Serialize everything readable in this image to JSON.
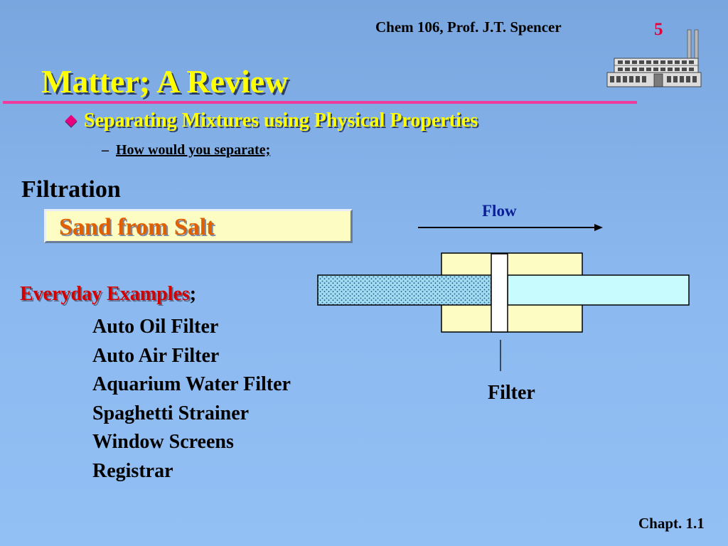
{
  "header": {
    "course": "Chem 106, Prof. J.T. Spencer",
    "slide_number": "5"
  },
  "title": "Matter; A Review",
  "bullet": "Separating Mixtures using Physical Properties",
  "sub_bullet": {
    "dash": "–",
    "text": "How would you separate;"
  },
  "method": "Filtration",
  "example_pair": "Sand from Salt",
  "everyday": {
    "label": "Everyday Examples",
    "suffix": ";",
    "items": [
      "Auto Oil Filter",
      "Auto Air Filter",
      "Aquarium Water Filter",
      "Spaghetti Strainer",
      "Window Screens",
      "Registrar"
    ]
  },
  "diagram": {
    "flow_label": "Flow",
    "filter_label": "Filter"
  },
  "footer": "Chapt. 1.1",
  "colors": {
    "title": "#ffff00",
    "accent_rule": "#ee3b9e",
    "bullet_diamond": "#e6007e",
    "slide_number": "#e0003a",
    "callout_bg": "#fdfcc2",
    "callout_text": "#e06000",
    "everyday_label": "#d40000",
    "flow_label": "#0a1f95",
    "housing": "#fdfcc2",
    "mixture_tube": "#9fdcf0",
    "filtrate_tube": "#c8fbfd"
  }
}
